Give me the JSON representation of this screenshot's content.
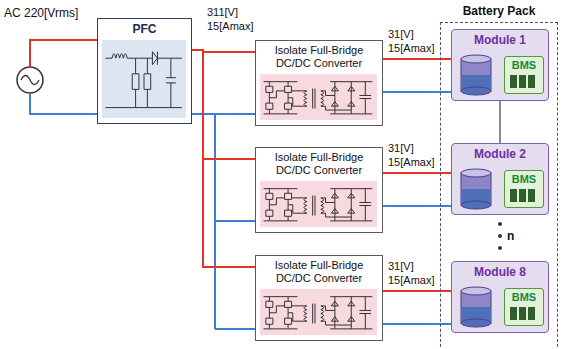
{
  "diagram": {
    "nodes": [
      {
        "text": [
          "PFC"
        ]
      },
      {
        "text": [
          "Isolate Full-Bridge DC/DC Converter"
        ]
      },
      {
        "text": [
          "Isolate Full-Bridge DC/DC Converter"
        ]
      },
      {
        "text": [
          "Isolate Full-Bridge DC/DC Converter"
        ]
      },
      {
        "text": [
          "Battery Pack"
        ]
      },
      {
        "text": [
          "Module 1"
        ],
        "in": 4
      },
      {
        "text": [
          "BMS"
        ],
        "in": 5
      },
      {
        "text": [
          "Module 2"
        ],
        "in": 4
      },
      {
        "text": [
          "BMS"
        ],
        "in": 7
      },
      {
        "text": [
          "Module 8"
        ],
        "in": 4
      },
      {
        "text": [
          "BMS"
        ],
        "in": 9
      }
    ],
    "edges": [
      {
        "from": 0,
        "to": 1,
        "arrow": "none"
      },
      {
        "from": 0,
        "to": 2,
        "arrow": "none"
      },
      {
        "from": 0,
        "to": 3,
        "arrow": "none"
      },
      {
        "from": 1,
        "to": 5,
        "arrow": "none"
      },
      {
        "from": 2,
        "to": 7,
        "arrow": "none"
      },
      {
        "from": 3,
        "to": 9,
        "arrow": "none"
      },
      {
        "from": 5,
        "to": 7,
        "arrow": "none"
      }
    ],
    "labels": [
      "AC 220[Vrms]",
      "311[V]",
      "15[Amax]",
      "31[V]",
      "15[Amax]",
      "31[V]",
      "15[Amax]",
      "31[V]",
      "15[Amax]",
      "n"
    ]
  }
}
